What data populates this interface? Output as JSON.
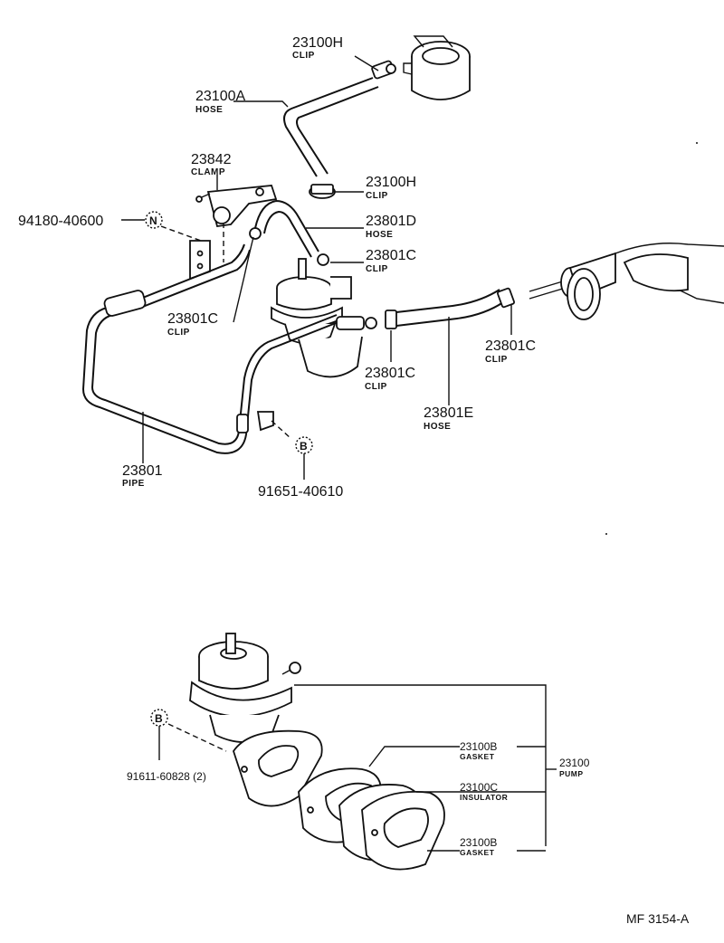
{
  "labels": {
    "hose_clip_top": {
      "number": "23100H",
      "name": "CLIP"
    },
    "hose_23100a": {
      "number": "23100A",
      "name": "HOSE"
    },
    "clamp": {
      "number": "23842",
      "name": "CLAMP"
    },
    "clip_23100h_lower": {
      "number": "23100H",
      "name": "CLIP"
    },
    "bolt_n": {
      "number": "94180-40600",
      "marker": "N"
    },
    "hose_23801d": {
      "number": "23801D",
      "name": "HOSE"
    },
    "clip_23801c_a": {
      "number": "23801C",
      "name": "CLIP"
    },
    "clip_23801c_left": {
      "number": "23801C",
      "name": "CLIP"
    },
    "clip_23801c_right": {
      "number": "23801C",
      "name": "CLIP"
    },
    "clip_23801c_mid": {
      "number": "23801C",
      "name": "CLIP"
    },
    "hose_23801e": {
      "number": "23801E",
      "name": "HOSE"
    },
    "pipe": {
      "number": "23801",
      "name": "PIPE"
    },
    "bolt_b_top": {
      "number": "91651-40610",
      "marker": "B"
    },
    "bolt_b_bottom": {
      "number": "91611-60828 (2)",
      "marker": "B"
    },
    "gasket_1": {
      "number": "23100B",
      "name": "GASKET"
    },
    "insulator": {
      "number": "23100C",
      "name": "INSULATOR"
    },
    "gasket_2": {
      "number": "23100B",
      "name": "GASKET"
    },
    "pump": {
      "number": "23100",
      "name": "PUMP"
    }
  },
  "diagram_code": "MF  3154-A"
}
